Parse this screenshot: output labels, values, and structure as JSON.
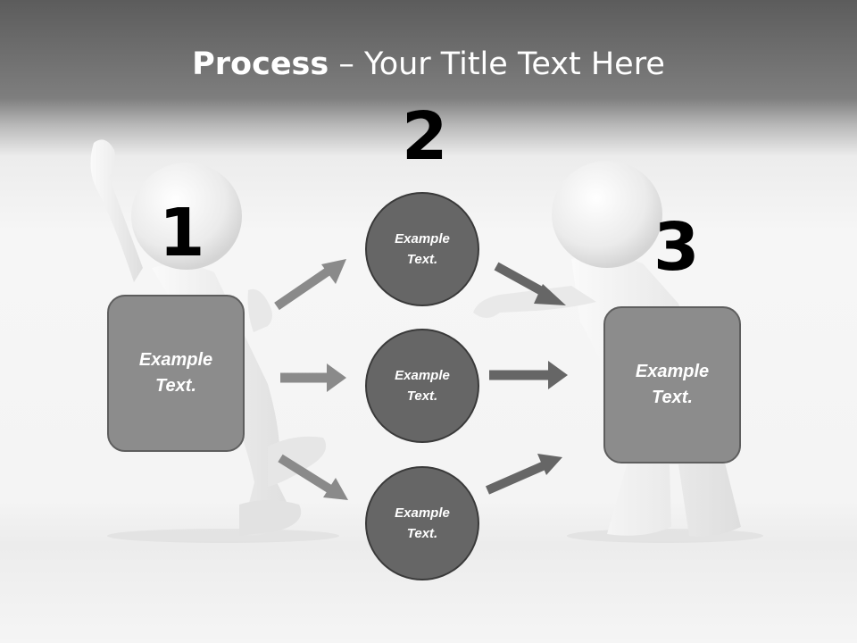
{
  "slide": {
    "title_bold": "Process",
    "title_rest": " – Your Title Text Here"
  },
  "steps": {
    "one": "1",
    "two": "2",
    "three": "3"
  },
  "boxes": {
    "left": {
      "line1": "Example",
      "line2": "Text."
    },
    "right": {
      "line1": "Example",
      "line2": "Text."
    }
  },
  "circles": [
    {
      "line1": "Example",
      "line2": "Text."
    },
    {
      "line1": "Example",
      "line2": "Text."
    },
    {
      "line1": "Example",
      "line2": "Text."
    }
  ],
  "colors": {
    "box_fill": "#8c8c8c",
    "circle_fill": "#666666",
    "arrow_left": "#8a8a8a",
    "arrow_right": "#666666"
  }
}
